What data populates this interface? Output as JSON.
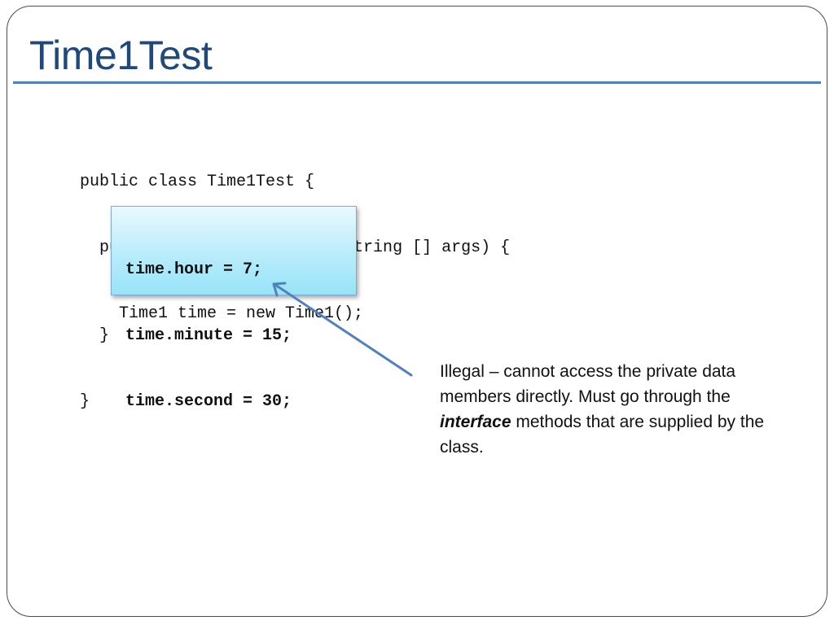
{
  "slide": {
    "title": "Time1Test"
  },
  "code": {
    "lines_top": [
      "public class Time1Test {",
      "  public static void main (String [] args) {",
      "    Time1 time = new Time1();"
    ],
    "highlighted_lines": [
      "time.hour = 7;",
      "time.minute = 15;",
      "time.second = 30;"
    ],
    "closing_inner": "  }",
    "closing_outer": "}"
  },
  "note": {
    "part1": "Illegal – cannot access the private data members directly.  Must go through the ",
    "emphasis": "interface",
    "part2": " methods that are supplied by the class."
  },
  "colors": {
    "title": "#1f497d",
    "rule": "#4f81bd",
    "arrow": "#4f81bd",
    "highlight_fill": "#b9ecfb"
  }
}
